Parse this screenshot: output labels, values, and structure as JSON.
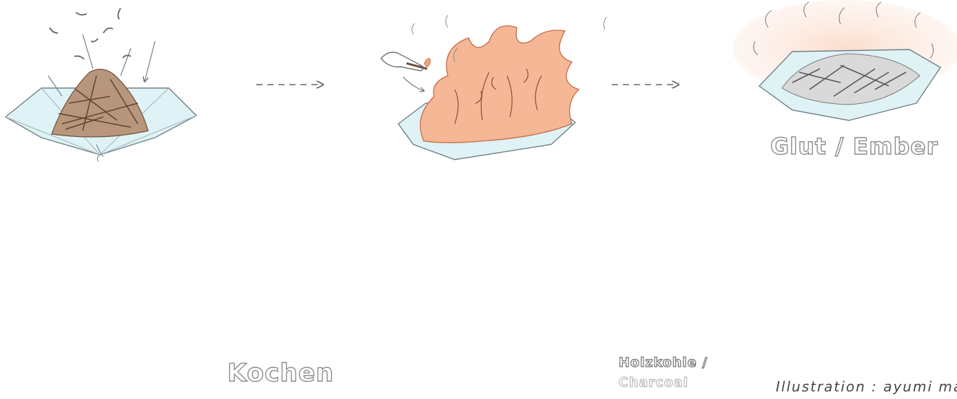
{
  "labels": {
    "ember": "Glut / Ember",
    "cook": "Kochen",
    "charcoal_de": "Holzkohle /",
    "charcoal_en": "Charcoal"
  },
  "credit": "Illustration : ayumi mat",
  "colors": {
    "pit": "#dff2f5",
    "pit_outline": "#6e7f86",
    "wood": "#a8846a",
    "flame": "#f2a47a",
    "glow": "#fbe3d6",
    "coal": "#5d5d5d",
    "can": "#f3cfd1"
  },
  "icons": [
    "wood-pile-icon",
    "match-icon",
    "flame-icon",
    "embers-icon",
    "shovel-icon",
    "pot-icon",
    "watering-can-icon",
    "charcoal-icon",
    "arrow-icon"
  ]
}
